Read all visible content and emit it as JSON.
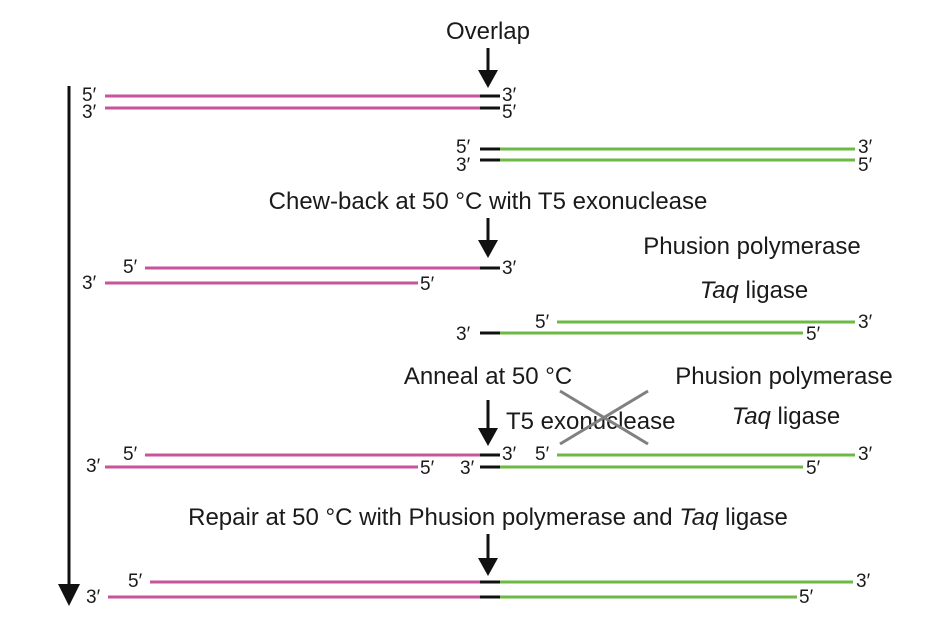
{
  "colors": {
    "strand_a": "#c9549c",
    "strand_b": "#6cba45",
    "overlap": "#111111",
    "crossed_out": "#808080"
  },
  "steps": {
    "overlap": "Overlap",
    "chew_back": "Chew-back at 50 °C with T5 exonuclease",
    "anneal": "Anneal at 50 °C",
    "repair_prefix": "Repair at 50 °C with Phusion polymerase and ",
    "repair_italic": "Taq",
    "repair_suffix": " ligase"
  },
  "inactive_enzymes": {
    "polymerase": "Phusion polymerase",
    "ligase_italic": "Taq",
    "ligase_rest": " ligase"
  },
  "crossed_enzyme": "T5 exonuclease",
  "ends": {
    "five": "5′",
    "three": "3′"
  }
}
